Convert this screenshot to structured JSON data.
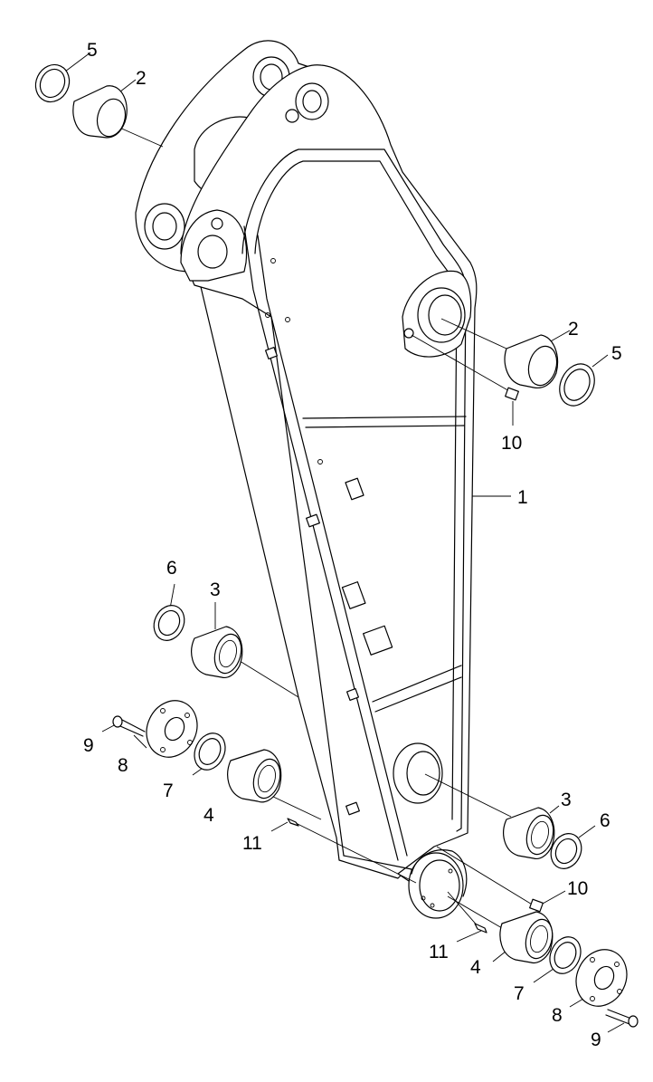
{
  "diagram": {
    "callouts": [
      {
        "id": "c-5-top",
        "text": "5"
      },
      {
        "id": "c-2-top",
        "text": "2"
      },
      {
        "id": "c-2-right",
        "text": "2"
      },
      {
        "id": "c-5-right",
        "text": "5"
      },
      {
        "id": "c-10-upper",
        "text": "10"
      },
      {
        "id": "c-1",
        "text": "1"
      },
      {
        "id": "c-6-left",
        "text": "6"
      },
      {
        "id": "c-3-left",
        "text": "3"
      },
      {
        "id": "c-9-left",
        "text": "9"
      },
      {
        "id": "c-8-left",
        "text": "8"
      },
      {
        "id": "c-7-left",
        "text": "7"
      },
      {
        "id": "c-4-left",
        "text": "4"
      },
      {
        "id": "c-11-left",
        "text": "11"
      },
      {
        "id": "c-3-right",
        "text": "3"
      },
      {
        "id": "c-6-right",
        "text": "6"
      },
      {
        "id": "c-10-lower",
        "text": "10"
      },
      {
        "id": "c-11-right",
        "text": "11"
      },
      {
        "id": "c-4-right",
        "text": "4"
      },
      {
        "id": "c-7-right",
        "text": "7"
      },
      {
        "id": "c-8-right",
        "text": "8"
      },
      {
        "id": "c-9-right",
        "text": "9"
      }
    ]
  }
}
